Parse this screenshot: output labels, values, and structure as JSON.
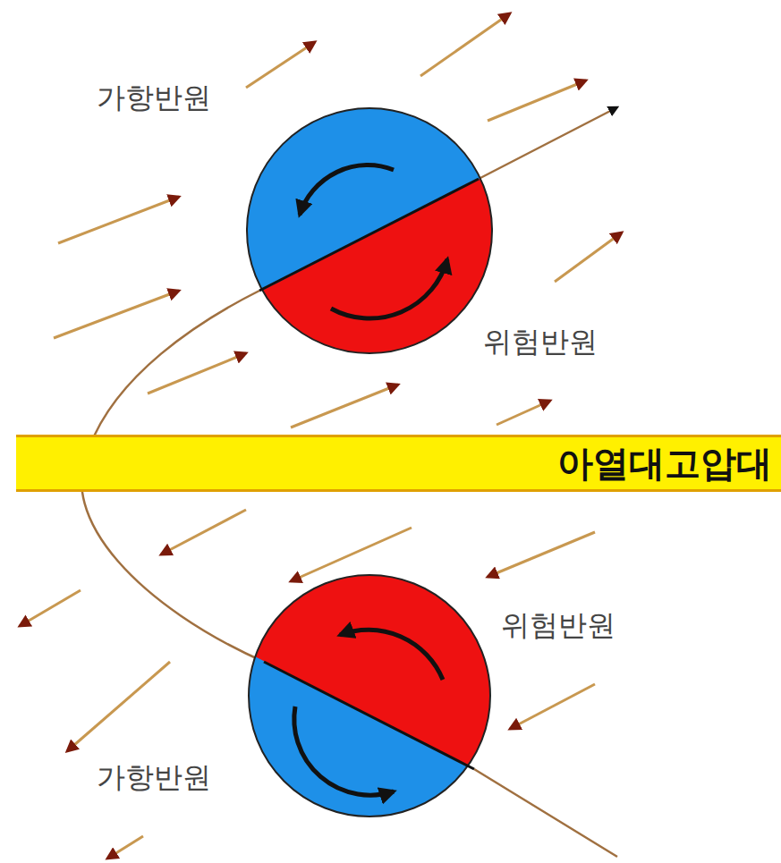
{
  "diagram": {
    "nodes": [
      {
        "text": [
          "아열대고압대"
        ]
      }
    ],
    "labels": [
      "가항반원",
      "위험반원",
      "위험반원",
      "가항반원"
    ]
  }
}
